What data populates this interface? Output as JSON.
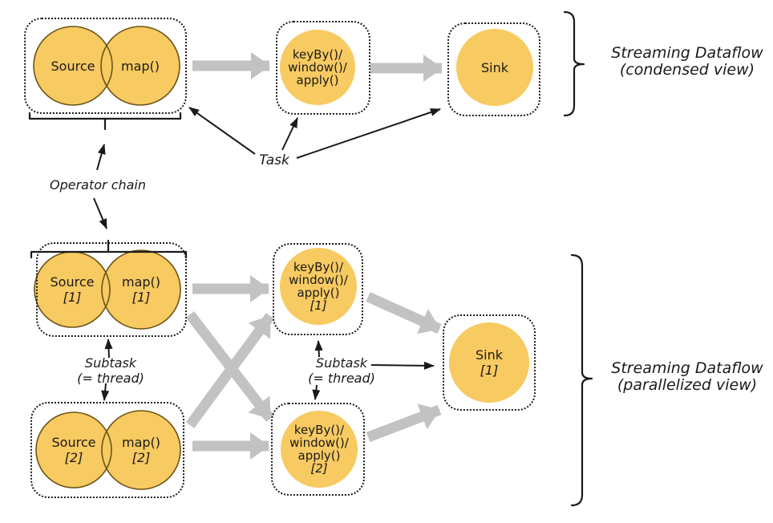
{
  "colors": {
    "node_fill": "#F8CA62",
    "node_stroke": "#6A5414",
    "arrow_gray": "#C2C2C2",
    "ink": "#1A1A1A"
  },
  "condensed": {
    "source": {
      "label": "Source"
    },
    "map": {
      "label": "map()"
    },
    "keyby": {
      "lines": [
        "keyBy()/",
        "window()/",
        "apply()"
      ]
    },
    "sink": {
      "label": "Sink"
    },
    "caption_line1": "Streaming Dataflow",
    "caption_line2": "(condensed view)"
  },
  "parallelized": {
    "source1": {
      "label": "Source",
      "index": "[1]"
    },
    "map1": {
      "label": "map()",
      "index": "[1]"
    },
    "source2": {
      "label": "Source",
      "index": "[2]"
    },
    "map2": {
      "label": "map()",
      "index": "[2]"
    },
    "keyby1": {
      "lines": [
        "keyBy()/",
        "window()/",
        "apply()"
      ],
      "index": "[1]"
    },
    "keyby2": {
      "lines": [
        "keyBy()/",
        "window()/",
        "apply()"
      ],
      "index": "[2]"
    },
    "sink1": {
      "label": "Sink",
      "index": "[1]"
    },
    "caption_line1": "Streaming Dataflow",
    "caption_line2": "(parallelized view)"
  },
  "annotations": {
    "task": "Task",
    "operator_chain": "Operator chain",
    "subtask_line1": "Subtask",
    "subtask_line2": "(= thread)"
  }
}
